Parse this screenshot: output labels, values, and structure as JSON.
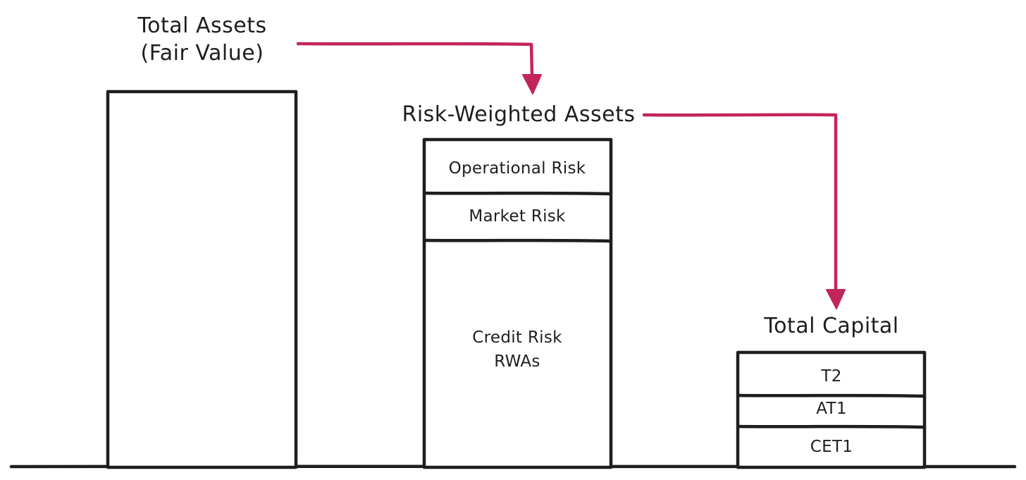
{
  "colors": {
    "ink": "#1e1e1e",
    "arrow": "#c2255c",
    "background": "#ffffff"
  },
  "labels": {
    "total_assets_line1": "Total Assets",
    "total_assets_line2": "(Fair Value)",
    "rwa": "Risk-Weighted Assets",
    "total_capital": "Total Capital"
  },
  "rwa_segments": {
    "operational": "Operational Risk",
    "market": "Market Risk",
    "credit_line1": "Credit Risk",
    "credit_line2": "RWAs"
  },
  "capital_segments": {
    "t2": "T2",
    "at1": "AT1",
    "cet1": "CET1"
  },
  "arrows": [
    {
      "from": "total-assets",
      "to": "risk-weighted-assets"
    },
    {
      "from": "risk-weighted-assets",
      "to": "total-capital"
    }
  ]
}
